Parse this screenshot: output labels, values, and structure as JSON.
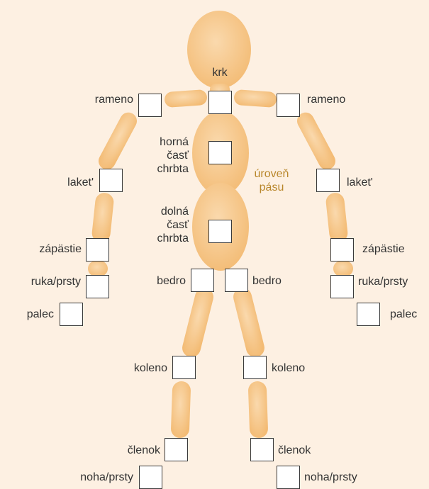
{
  "colors": {
    "background": "#fdf0e2",
    "body_fill": "#f6c88d",
    "label_text": "#333333",
    "waist_text": "#b8862a",
    "checkbox_border": "#3a3a3a"
  },
  "labels": {
    "neck": "krk",
    "shoulder_left": "rameno",
    "shoulder_right": "rameno",
    "upper_back": "horná\nčasť\nchrbta",
    "lower_back": "dolná\nčasť\nchrbta",
    "waist": "úroveň\npásu",
    "elbow_left": "laket'",
    "elbow_right": "laket'",
    "wrist_left": "zápästie",
    "wrist_right": "zápästie",
    "hand_left": "ruka/prsty",
    "hand_right": "ruka/prsty",
    "thumb_left": "palec",
    "thumb_right": "palec",
    "hip_left": "bedro",
    "hip_right": "bedro",
    "knee_left": "koleno",
    "knee_right": "koleno",
    "ankle_left": "členok",
    "ankle_right": "členok",
    "foot_left": "noha/prsty",
    "foot_right": "noha/prsty"
  }
}
